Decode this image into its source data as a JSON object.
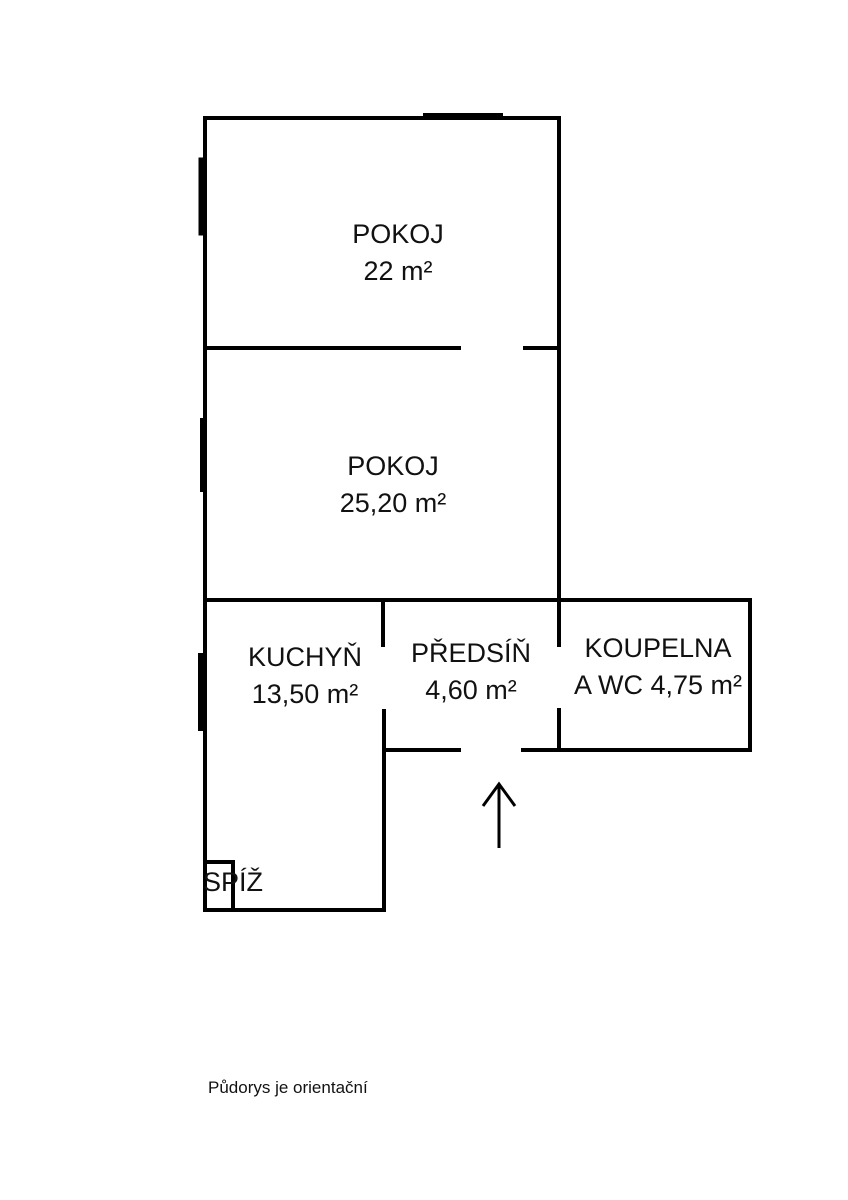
{
  "rooms": [
    {
      "name": "POKOJ",
      "area": "22 m²"
    },
    {
      "name": "POKOJ",
      "area": "25,20 m²"
    },
    {
      "name": "KUCHYŇ",
      "area": "13,50 m²"
    },
    {
      "name": "PŘEDSÍŇ",
      "area": "4,60 m²"
    },
    {
      "name": "KOUPELNA",
      "area": "A WC 4,75 m²"
    },
    {
      "name": "SPÍŽ"
    }
  ],
  "entrance_icon": "arrow-up-icon",
  "note": "Půdorys je orientační",
  "colors": {
    "walls": "#000000",
    "background": "#ffffff"
  }
}
